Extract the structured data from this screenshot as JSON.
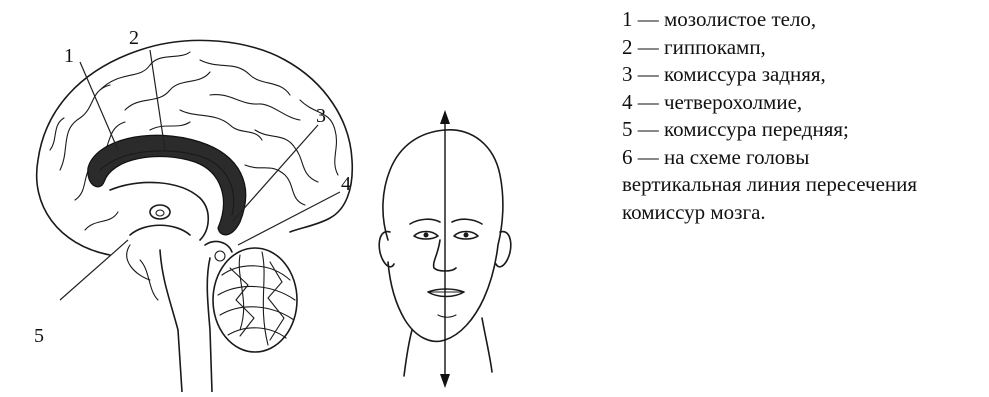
{
  "figure": {
    "callouts": {
      "n1": "1",
      "n2": "2",
      "n3": "3",
      "n4": "4",
      "n5": "5"
    }
  },
  "legend": {
    "items": [
      "1 — мозолистое тело,",
      "2 — гиппокамп,",
      "3 — комиссура задняя,",
      "4 — четверохолмие,",
      "5 — комиссура передняя;",
      "6 — на схеме головы",
      "вертикальная линия пересечения",
      "комиссур мозга."
    ]
  }
}
